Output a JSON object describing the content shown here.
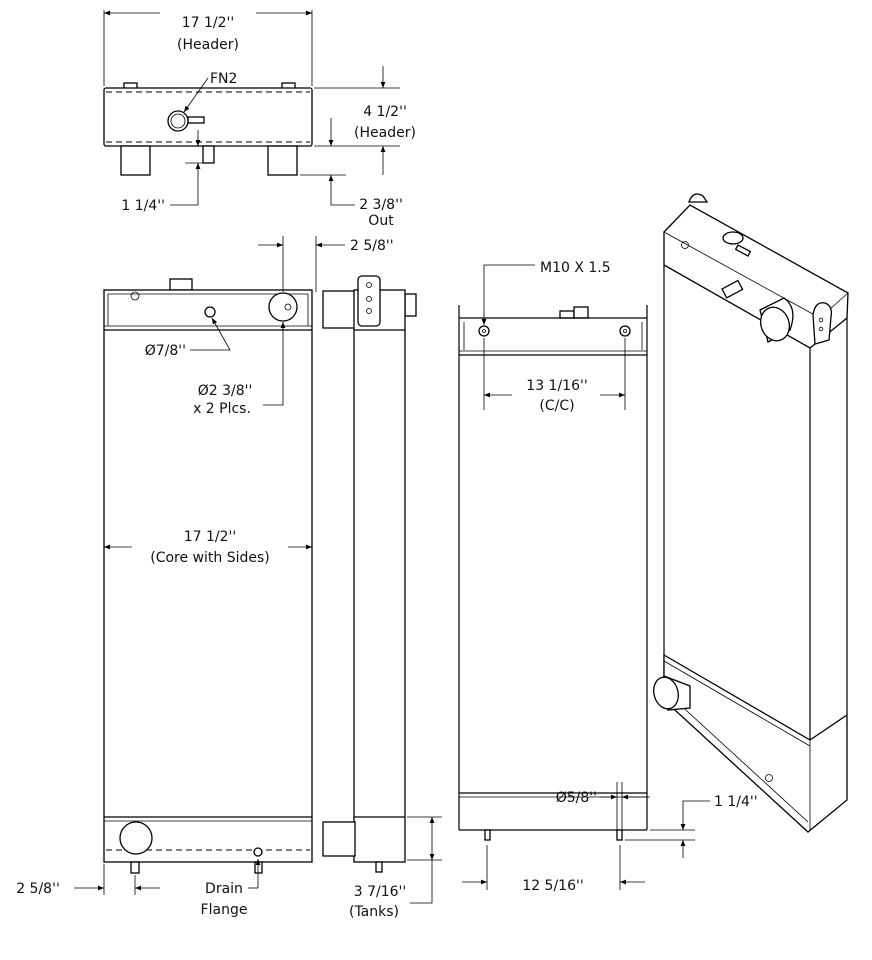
{
  "top_view": {
    "width_value": "17 1/2''",
    "width_note": "(Header)",
    "fitting_label": "FN2",
    "height_value": "4 1/2''",
    "height_note": "(Header)",
    "neck_value": "1 1/4''",
    "outlet_value": "2 3/8''",
    "outlet_note": "Out"
  },
  "front_view": {
    "inlet_offset": "2 5/8''",
    "small_hole": "Ø7/8''",
    "large_hole": "Ø2 3/8''",
    "large_hole_qty": "x 2 Plcs.",
    "core_width": "17 1/2''",
    "core_note": "(Core with Sides)",
    "bottom_offset": "2 5/8''",
    "drain_line1": "Drain",
    "drain_line2": "Flange"
  },
  "side_view": {
    "tank_value": "3 7/16''",
    "tank_note": "(Tanks)"
  },
  "rear_view": {
    "thread": "M10 X 1.5",
    "mount_spacing": "13 1/16''",
    "mount_note": "(C/C)",
    "pin_dia": "Ø5/8''",
    "pin_length": "1 1/4''",
    "pin_spacing": "12 5/16''"
  }
}
